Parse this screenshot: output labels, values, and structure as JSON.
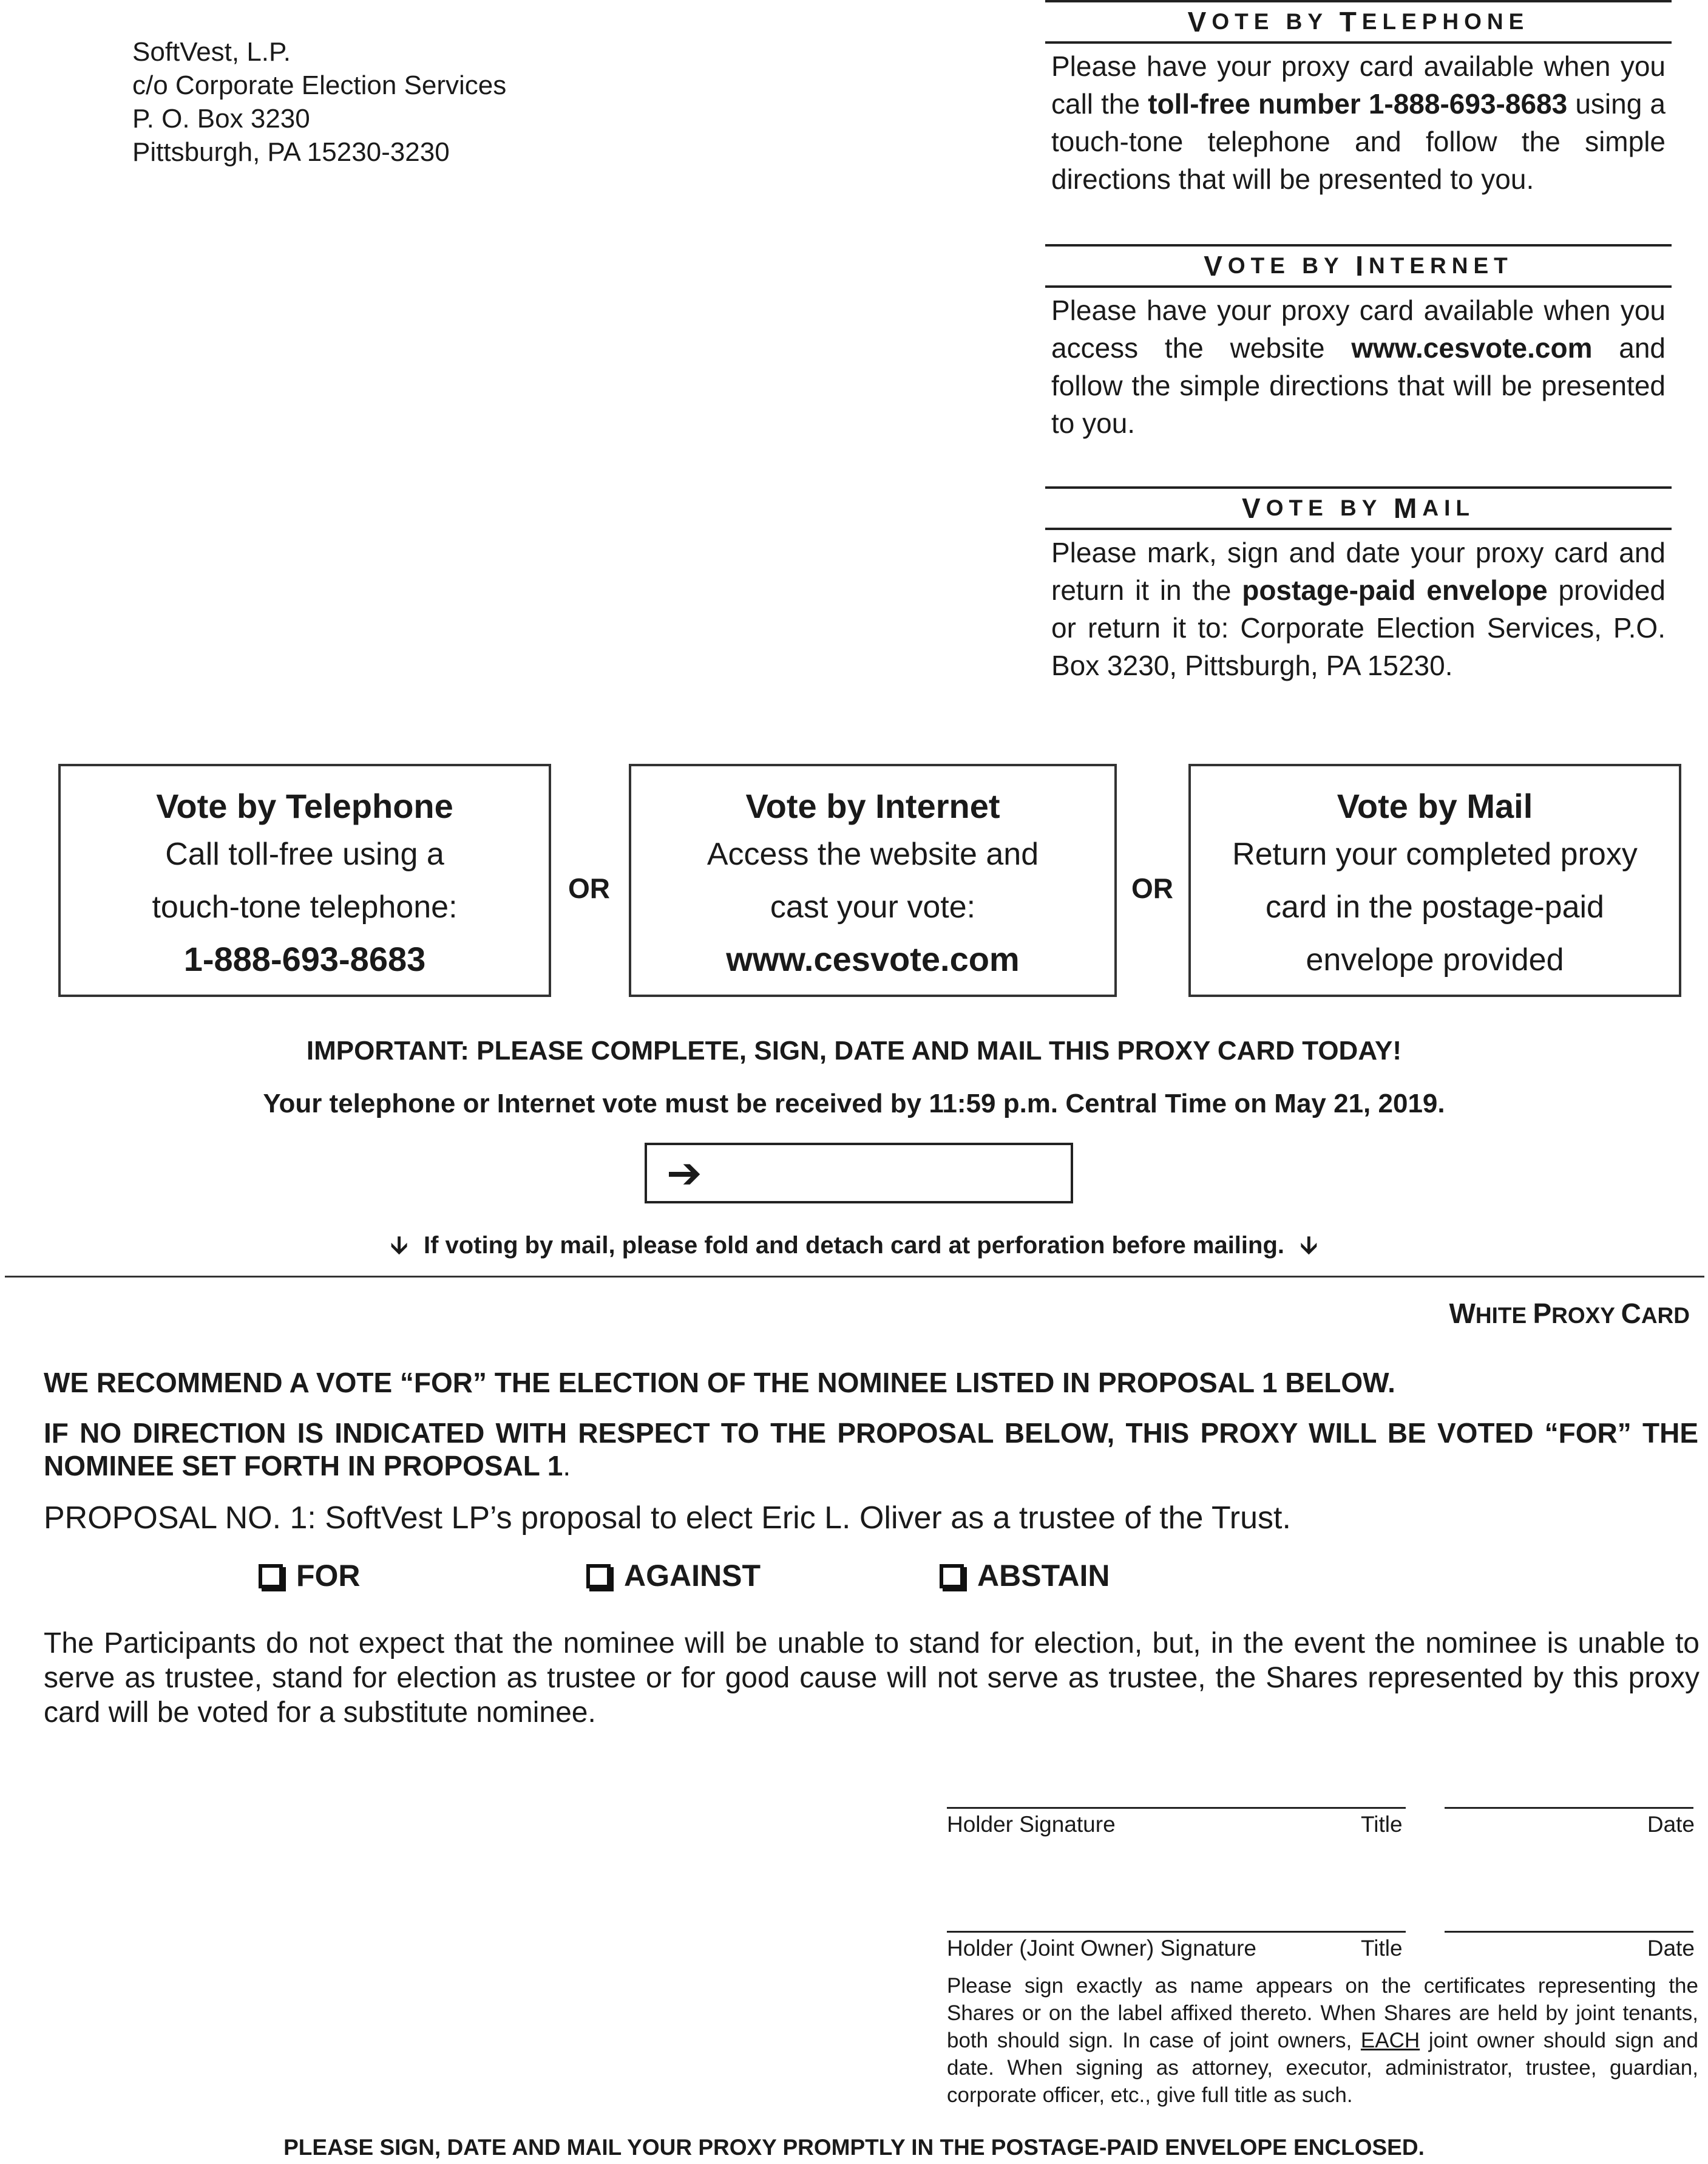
{
  "return_address": {
    "line1": "SoftVest, L.P.",
    "line2": "c/o Corporate Election Services",
    "line3": "P. O. Box 3230",
    "line4": "Pittsburgh, PA 15230-3230"
  },
  "telephone_panel": {
    "title_first": "V",
    "title_rest1": "ote by ",
    "title_second": "T",
    "title_rest2": "elephone",
    "text_1": "Please have your proxy card available when you call the ",
    "text_bold": "toll-free number 1-888-693-8683",
    "text_2": " using a touch-tone telephone and follow the simple directions that will be presented to you."
  },
  "internet_panel": {
    "title_first": "V",
    "title_rest1": "ote by ",
    "title_second": "I",
    "title_rest2": "nternet",
    "text_1": "Please have your proxy card available when you access the website ",
    "text_bold": "www.cesvote.com",
    "text_2": " and follow the simple directions that will be presented to you."
  },
  "mail_panel": {
    "title_first": "V",
    "title_rest1": "ote by ",
    "title_second": "M",
    "title_rest2": "ail",
    "text_1": "Please mark, sign and date your proxy card and return it in the ",
    "text_bold": "postage-paid envelope",
    "text_2": " provided or return it to: Corporate Election Services, P.O. Box 3230, Pittsburgh, PA 15230."
  },
  "boxes": {
    "telephone": {
      "title": "Vote by Telephone",
      "line1": "Call toll-free using a",
      "line2": "touch-tone telephone:",
      "bold": "1-888-693-8683"
    },
    "internet": {
      "title": "Vote by Internet",
      "line1": "Access the website and",
      "line2": "cast your vote:",
      "bold": "www.cesvote.com"
    },
    "mail": {
      "title": "Vote by Mail",
      "line1": "Return your completed proxy",
      "line2": "card in the postage-paid",
      "line3": "envelope provided"
    },
    "or_1": "OR",
    "or_2": "OR"
  },
  "important": "IMPORTANT: PLEASE COMPLETE, SIGN, DATE AND MAIL THIS PROXY CARD TODAY!",
  "deadline": "Your telephone or Internet vote must be received by 11:59 p.m. Central Time on May 21, 2019.",
  "arrow_glyph": "➔",
  "fold_arrow": "🡫",
  "fold_text": "If voting by mail, please fold and detach card at perforation before mailing.",
  "card_label": {
    "first": "W",
    "rest1": "hite ",
    "second": "P",
    "rest2": "roxy ",
    "third": "C",
    "rest3": "ard"
  },
  "recommend": "WE RECOMMEND A VOTE “FOR” THE ELECTION OF THE NOMINEE LISTED IN PROPOSAL 1 BELOW.",
  "no_direction": "IF NO DIRECTION IS INDICATED WITH RESPECT TO THE PROPOSAL BELOW, THIS PROXY WILL BE VOTED “FOR” THE NOMINEE SET FORTH IN PROPOSAL 1",
  "no_direction_end": ".",
  "proposal": "PROPOSAL NO. 1: SoftVest LP’s proposal to elect Eric L. Oliver as a trustee of the Trust.",
  "options": {
    "for": "FOR",
    "against": "AGAINST",
    "abstain": "ABSTAIN"
  },
  "participants_text": "The Participants do not expect that the nominee will be unable to stand for election, but, in the event the nominee is unable to serve as trustee, stand for election as trustee or for good cause will not serve as trustee, the Shares represented by this proxy card will be voted for a substitute nominee.",
  "signature": {
    "holder": "Holder Signature",
    "joint": "Holder (Joint Owner) Signature",
    "title": "Title",
    "date": "Date"
  },
  "sign_instructions_1": "Please sign exactly as name appears on the certificates representing the Shares or on the label affixed thereto. When Shares are held by joint tenants, both should sign. In case of joint owners, ",
  "sign_instructions_each": "EACH",
  "sign_instructions_2": " joint owner should sign and date. When signing as attorney, executor, administrator, trustee, guardian, corporate officer, etc., give full title as such.",
  "footer": "PLEASE SIGN, DATE AND MAIL YOUR PROXY PROMPTLY IN THE POSTAGE-PAID ENVELOPE ENCLOSED."
}
